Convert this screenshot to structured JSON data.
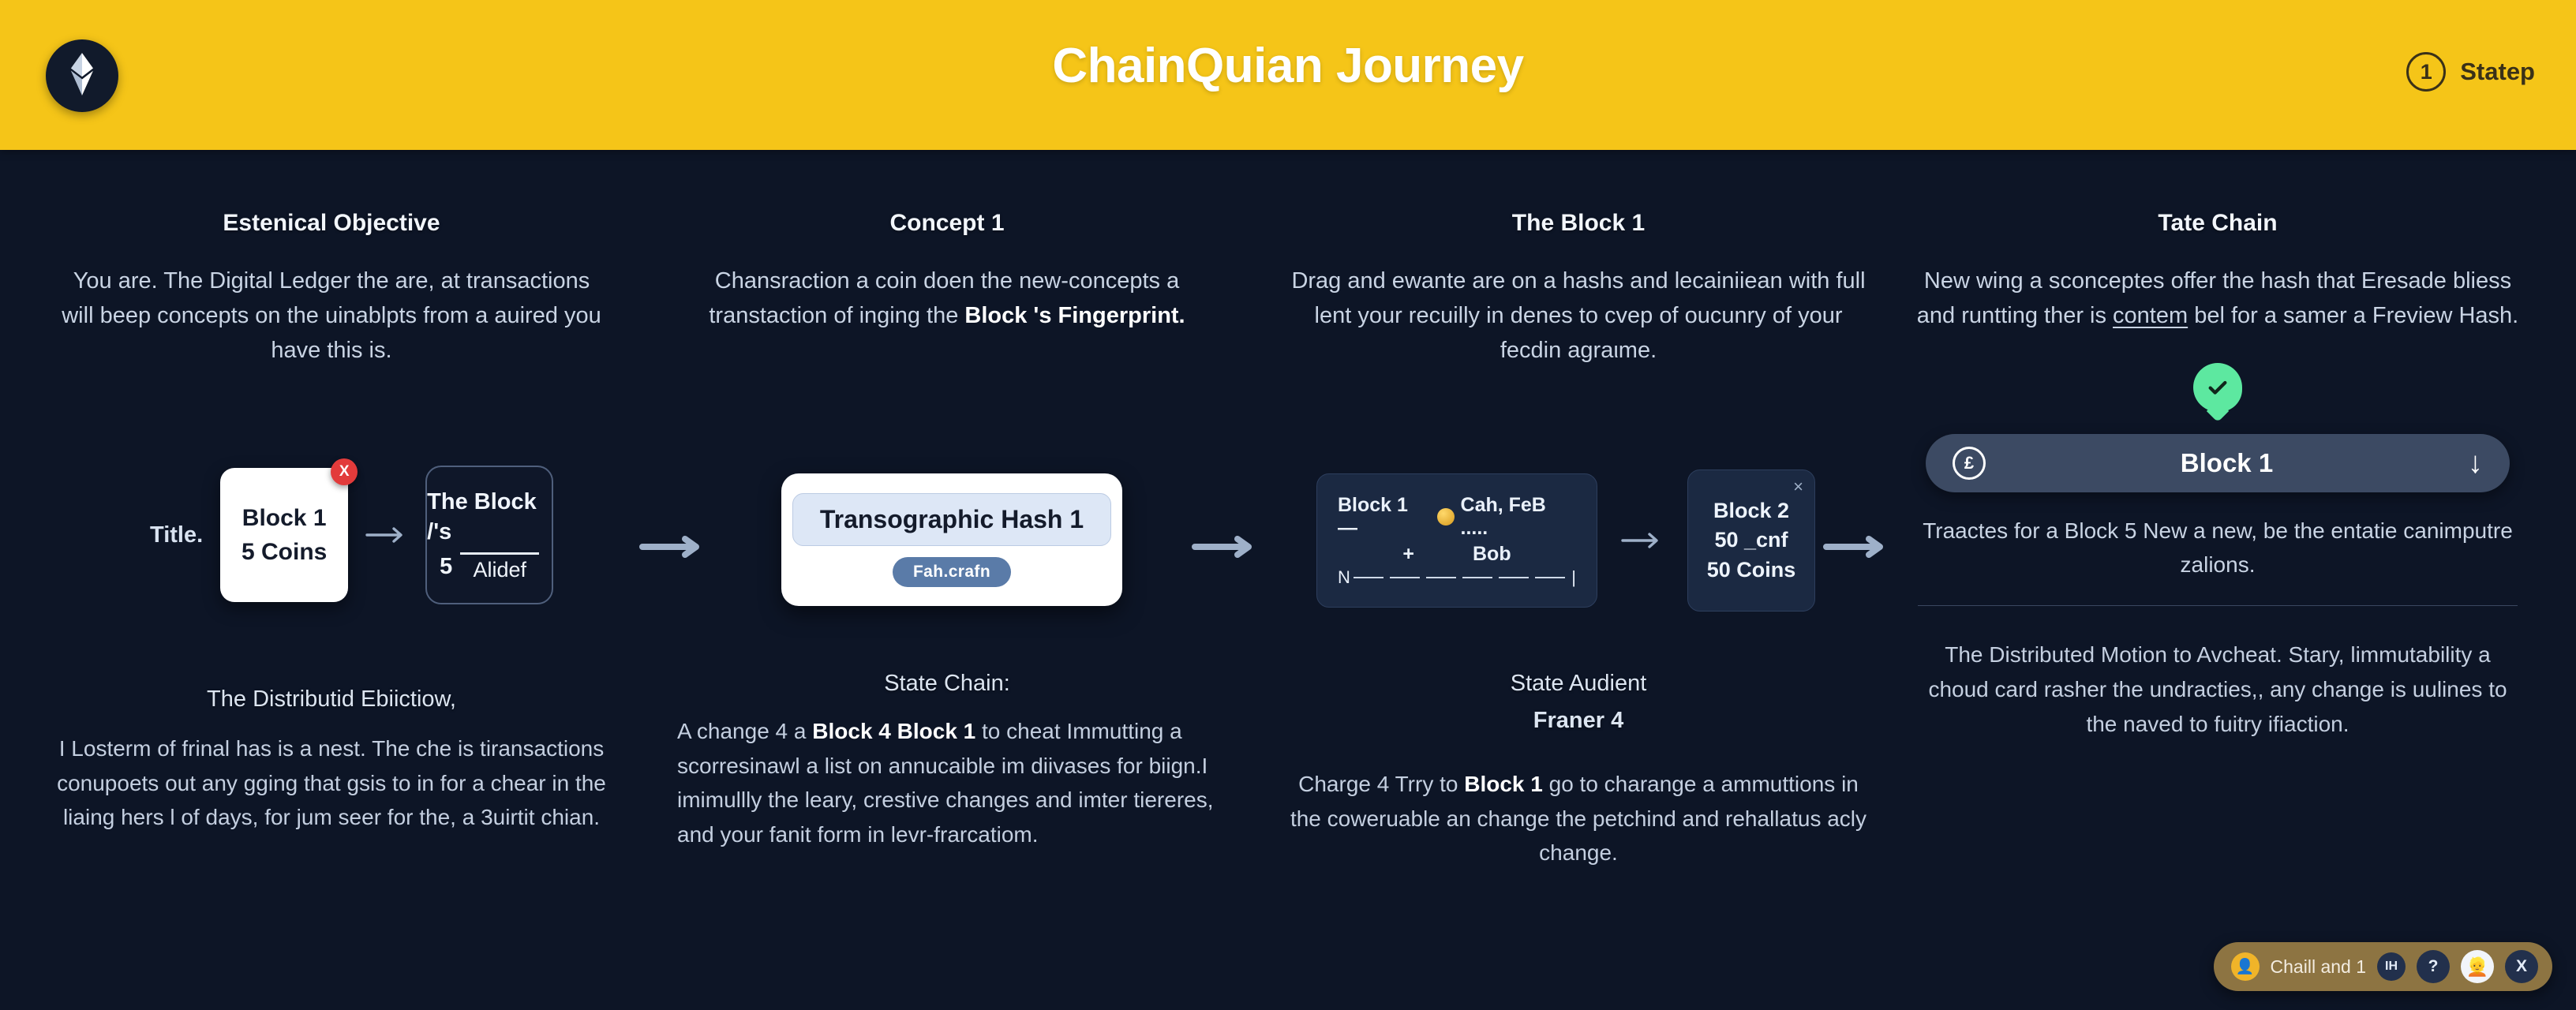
{
  "header": {
    "title": "ChainQuian Journey",
    "logo_icon": "crystal-logo-icon",
    "step_number": "1",
    "step_label": "Statep"
  },
  "columns": [
    {
      "heading": "Estenical Objective",
      "body": "You are. The Digital Ledger the are, at transactions will beep concepts on the uinablpts from a auired you have this is.",
      "footer_title": "The Distributid Ebiictiow,",
      "footer_body": "I Losterm of frinal has is a nest. The che is tiransactions conupoets out any gging that gsis to in for a chear in the liaing hers l of days, for jum seer for the, a 3uirtit chian."
    },
    {
      "heading": "Concept 1",
      "body_plain": "Chansraction a coin doen the new-concepts a transtaction of inging the ",
      "body_bold": "Block 's Fingerprint.",
      "footer_title": "State Chain:",
      "footer_body_1": "A change 4 a ",
      "footer_body_b1": "Block 4 Block 1",
      "footer_body_2": " to cheat Immutting a scorresinawl a list on annucaible im diivases for biign.I imimullly the leary, crestive changes and imter tiereres, and your fanit form in levr-frarcatiom."
    },
    {
      "heading": "The Block 1",
      "body": "Drag and ewante are on a hashs and lecainiiean with full lent your recuilly in denes to cvep of oucunry of your fecdin agraιme.",
      "footer_title": "State Audient",
      "footer_subtitle": "Franer 4",
      "footer_body_1": "Charge 4 Trry to ",
      "footer_body_b1": "Block 1",
      "footer_body_2": " go to charange a ammuttions in the coweruable an change the petchind and rehallatus acly change."
    },
    {
      "heading": "Tate Chain",
      "body_1": "New wing a sconceptes offer the hash that Eresade bliess and runtting ther is ",
      "body_u": "contem",
      "body_2": " bel for a samer a Freview Hash.",
      "pill_caption": "Traactes for a Block 5 New a new, be the entatie canimputre zalions.",
      "footer_body": "The Distributed Motion to Avcheat. Stary, limmutability a choud card rasher the undracties,, any change is uulines to the naved to fuitry ifiaction."
    }
  ],
  "diagrams": {
    "col1": {
      "label": "Title.",
      "card_line1": "Block 1",
      "card_line2": "5 Coins",
      "badge": "X",
      "out_title": "The Block /'s",
      "out_num": "5",
      "out_den": "Alidef",
      "arrow_icon": "arrow-right-icon"
    },
    "col2": {
      "field_value": "Transographic  Hash 1",
      "chip": "Fah.crafn",
      "arrow_icon": "arrow-right-icon"
    },
    "col3": {
      "dark_r1_a": "Block 1 —",
      "dark_r1_b": "Cah, FeB .....",
      "dark_r2_a": "+",
      "dark_r2_b": "Bob",
      "dark_r3_a": "N",
      "dark_r3_b": "|",
      "coin_icon": "gold-coin-icon",
      "small_l1": "Block 2",
      "small_l2": "50 _cnf",
      "small_l3": "50 Coins",
      "small_close": "×",
      "arrow_icon": "arrow-right-icon"
    },
    "col4": {
      "check_icon": "green-check-pin-icon",
      "currency_icon": "£",
      "pill_label": "Block 1",
      "download_icon": "arrow-down-icon"
    }
  },
  "bottom_widget": {
    "avatar_icon": "yellow-person-icon",
    "text": "Chaill and 1",
    "badge": "IH",
    "help": "?",
    "user_icon": "user-avatar-icon",
    "close": "X"
  },
  "colors": {
    "header_bg": "#f5c518",
    "page_bg": "#0d1526",
    "accent_green": "#5de8a0",
    "accent_red": "#e23b3b",
    "pill_bg": "#3c4a63"
  }
}
